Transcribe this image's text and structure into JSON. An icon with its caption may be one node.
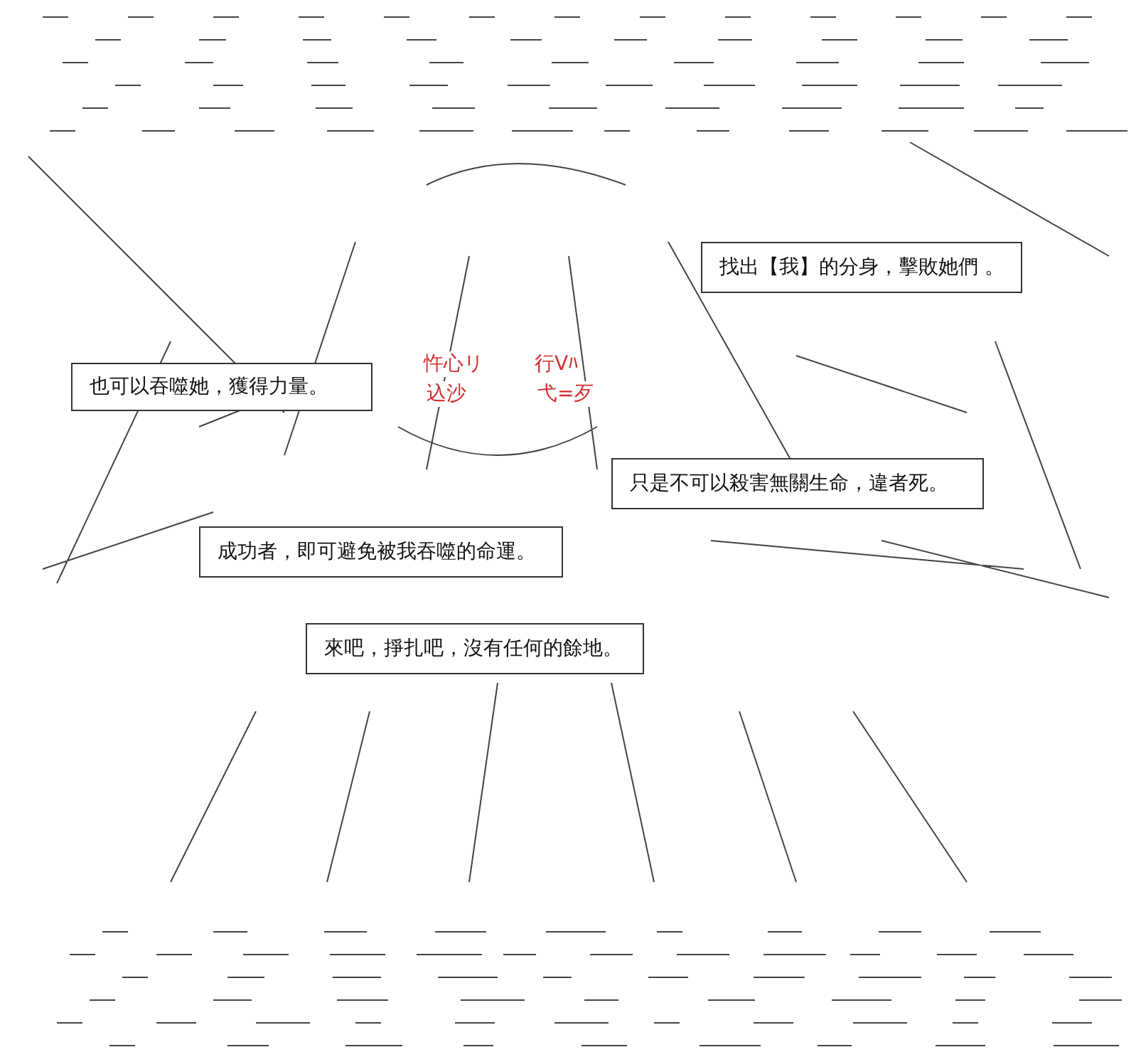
{
  "diagram": {
    "nodes": [
      {
        "text": [
          "找出【我】的分身，擊敗她們 。"
        ]
      },
      {
        "text": [
          "也可以吞噬她，獲得力量。"
        ]
      },
      {
        "text": [
          "只是不可以殺害無關生命，違者死。"
        ]
      },
      {
        "text": [
          "成功者，即可避免被我吞噬的命運。"
        ]
      },
      {
        "text": [
          "來吧，掙扎吧，沒有任何的餘地。"
        ]
      }
    ],
    "edges": [],
    "labels": [
      "忤心リ",
      "行Vﾊ",
      "込沙",
      "弋=歹"
    ]
  }
}
